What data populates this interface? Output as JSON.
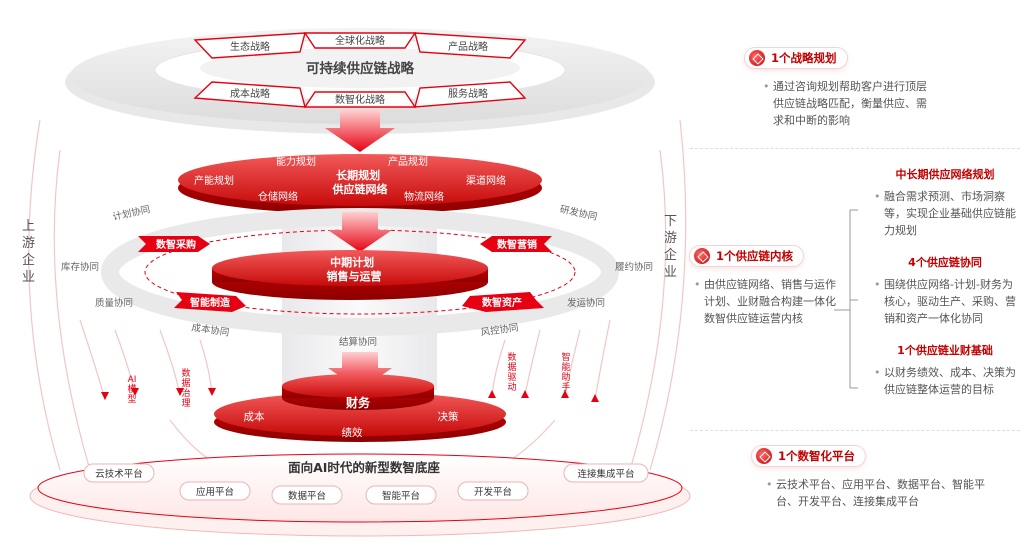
{
  "left_label": "上游企业",
  "right_label": "下游企业",
  "top_disk": {
    "title": "可持续供应链战略",
    "items": [
      "生态战略",
      "全球化战略",
      "产品战略",
      "成本战略",
      "数智化战略",
      "服务战略"
    ]
  },
  "long_term": {
    "center": "长期规划\n供应链网络",
    "items": [
      "能力规划",
      "产品规划",
      "产能规划",
      "渠道网络",
      "仓储网络",
      "物流网络"
    ]
  },
  "mid_term": {
    "center": "中期计划\n销售与运营",
    "tags": [
      "数智采购",
      "数智营销",
      "智能制造",
      "数智资产"
    ],
    "ring": [
      "计划协同",
      "研发协同",
      "库存协同",
      "履约协同",
      "质量协同",
      "发运协同",
      "成本协同",
      "风控协同"
    ]
  },
  "finance": {
    "label_top": "结算协同",
    "center": "财务",
    "items": [
      "成本",
      "决策",
      "绩效"
    ]
  },
  "side_vertical": [
    "AI模型",
    "数据治理",
    "数据驱动",
    "智能助手"
  ],
  "base": {
    "title": "面向AI时代的新型数智底座",
    "platforms": [
      "云技术平台",
      "应用平台",
      "数据平台",
      "智能平台",
      "开发平台",
      "连接集成平台"
    ]
  },
  "right_panel": {
    "strategy": {
      "badge": "1个战略规划",
      "text": "通过咨询规划帮助客户进行顶层供应链战略匹配，衡量供应、需求和中断的影响"
    },
    "core": {
      "badge": "1个供应链内核",
      "text": "由供应链网络、销售与运作计划、业财融合构建一体化数智供应链运营内核",
      "subs": [
        {
          "title": "中长期供应网络规划",
          "text": "融合需求预测、市场洞察等，实现企业基础供应链能力规划"
        },
        {
          "title": "4个供应链协同",
          "text": "围绕供应网络-计划-财务为核心，驱动生产、采购、营销和资产一体化协同"
        },
        {
          "title": "1个供应链业财基础",
          "text": "以财务绩效、成本、决策为供应链整体运营的目标"
        }
      ]
    },
    "platform": {
      "badge": "1个数智化平台",
      "text": "云技术平台、应用平台、数据平台、智能平台、开发平台、连接集成平台"
    }
  },
  "colors": {
    "accent": "#e60012",
    "dark_red": "#b30000",
    "text": "#333333",
    "muted": "#666666"
  }
}
